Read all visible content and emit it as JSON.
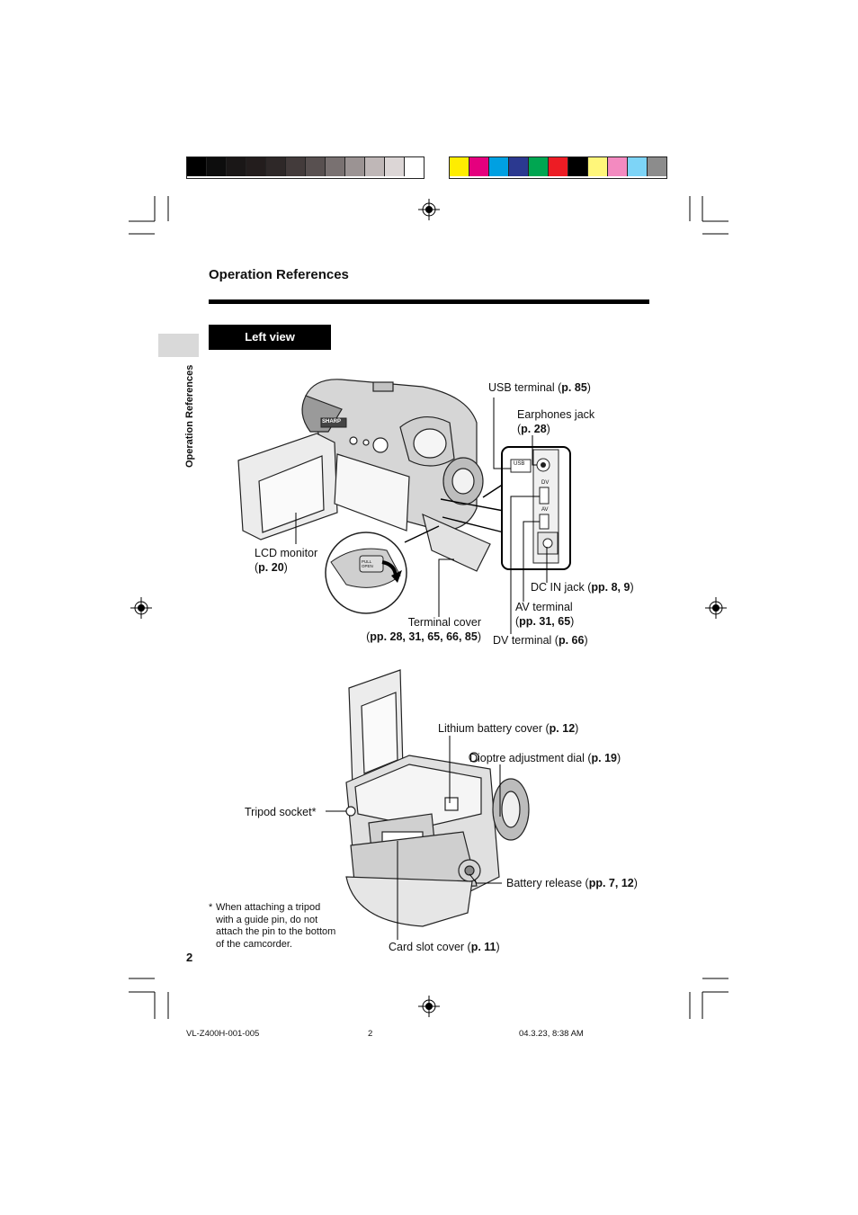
{
  "colors": {
    "grayscale_swatches": [
      "#000000",
      "#0d0d0d",
      "#1a1717",
      "#231d1d",
      "#2e2828",
      "#433b3b",
      "#585050",
      "#797171",
      "#9b9393",
      "#bfb7b7",
      "#dcd6d6",
      "#ffffff"
    ],
    "color_swatches": [
      "#ffed00",
      "#e5007e",
      "#00a0e2",
      "#2b3990",
      "#00a651",
      "#ed1c24",
      "#000000",
      "#fff67a",
      "#f38ac0",
      "#7dd4f7",
      "#8c8c8c"
    ]
  },
  "header": {
    "title": "Operation References"
  },
  "section": {
    "tab_label": "Left view"
  },
  "side_tab": {
    "label": "Operation References"
  },
  "left_view": {
    "usb": {
      "text": "USB terminal (",
      "page": "p. 85",
      "close": ")"
    },
    "earphones": {
      "line1": "Earphones jack",
      "open": "(",
      "page": "p. 28",
      "close": ")"
    },
    "lcd": {
      "line1": "LCD monitor",
      "open": "(",
      "page": "p. 20",
      "close": ")"
    },
    "dcin": {
      "text": "DC IN jack  (",
      "page": "pp. 8, 9",
      "close": ")"
    },
    "av": {
      "line1": "AV terminal",
      "open": "(",
      "page": "pp. 31, 65",
      "close": ")"
    },
    "terminal_cover": {
      "line1": "Terminal cover",
      "open": "(",
      "page": "pp. 28, 31, 65, 66, 85",
      "close": ")"
    },
    "dv": {
      "text": "DV terminal (",
      "page": "p. 66",
      "close": ")"
    },
    "panel_labels": {
      "usb": "USB",
      "dv": "DV",
      "av": "AV"
    },
    "brand_mark": "SHARP",
    "pull_open": "PULL OPEN"
  },
  "bottom_view": {
    "lithium": {
      "text": "Lithium battery cover (",
      "page": "p. 12",
      "close": ")"
    },
    "dioptre": {
      "text": "Dioptre adjustment dial (",
      "page": "p. 19",
      "close": ")"
    },
    "tripod": {
      "text": "Tripod socket*"
    },
    "battery": {
      "text": "Battery release (",
      "page": "pp. 7, 12",
      "close": ")"
    },
    "card": {
      "text": "Card slot cover (",
      "page": "p. 11",
      "close": ")"
    },
    "note": {
      "marker": "*",
      "lines": [
        "When attaching a tripod",
        "with a guide pin, do not",
        "attach the pin to the bottom",
        "of the camcorder."
      ]
    }
  },
  "page_number": "2",
  "footer": {
    "left": "VL-Z400H-001-005",
    "center": "2",
    "right": "04.3.23, 8:38 AM"
  }
}
